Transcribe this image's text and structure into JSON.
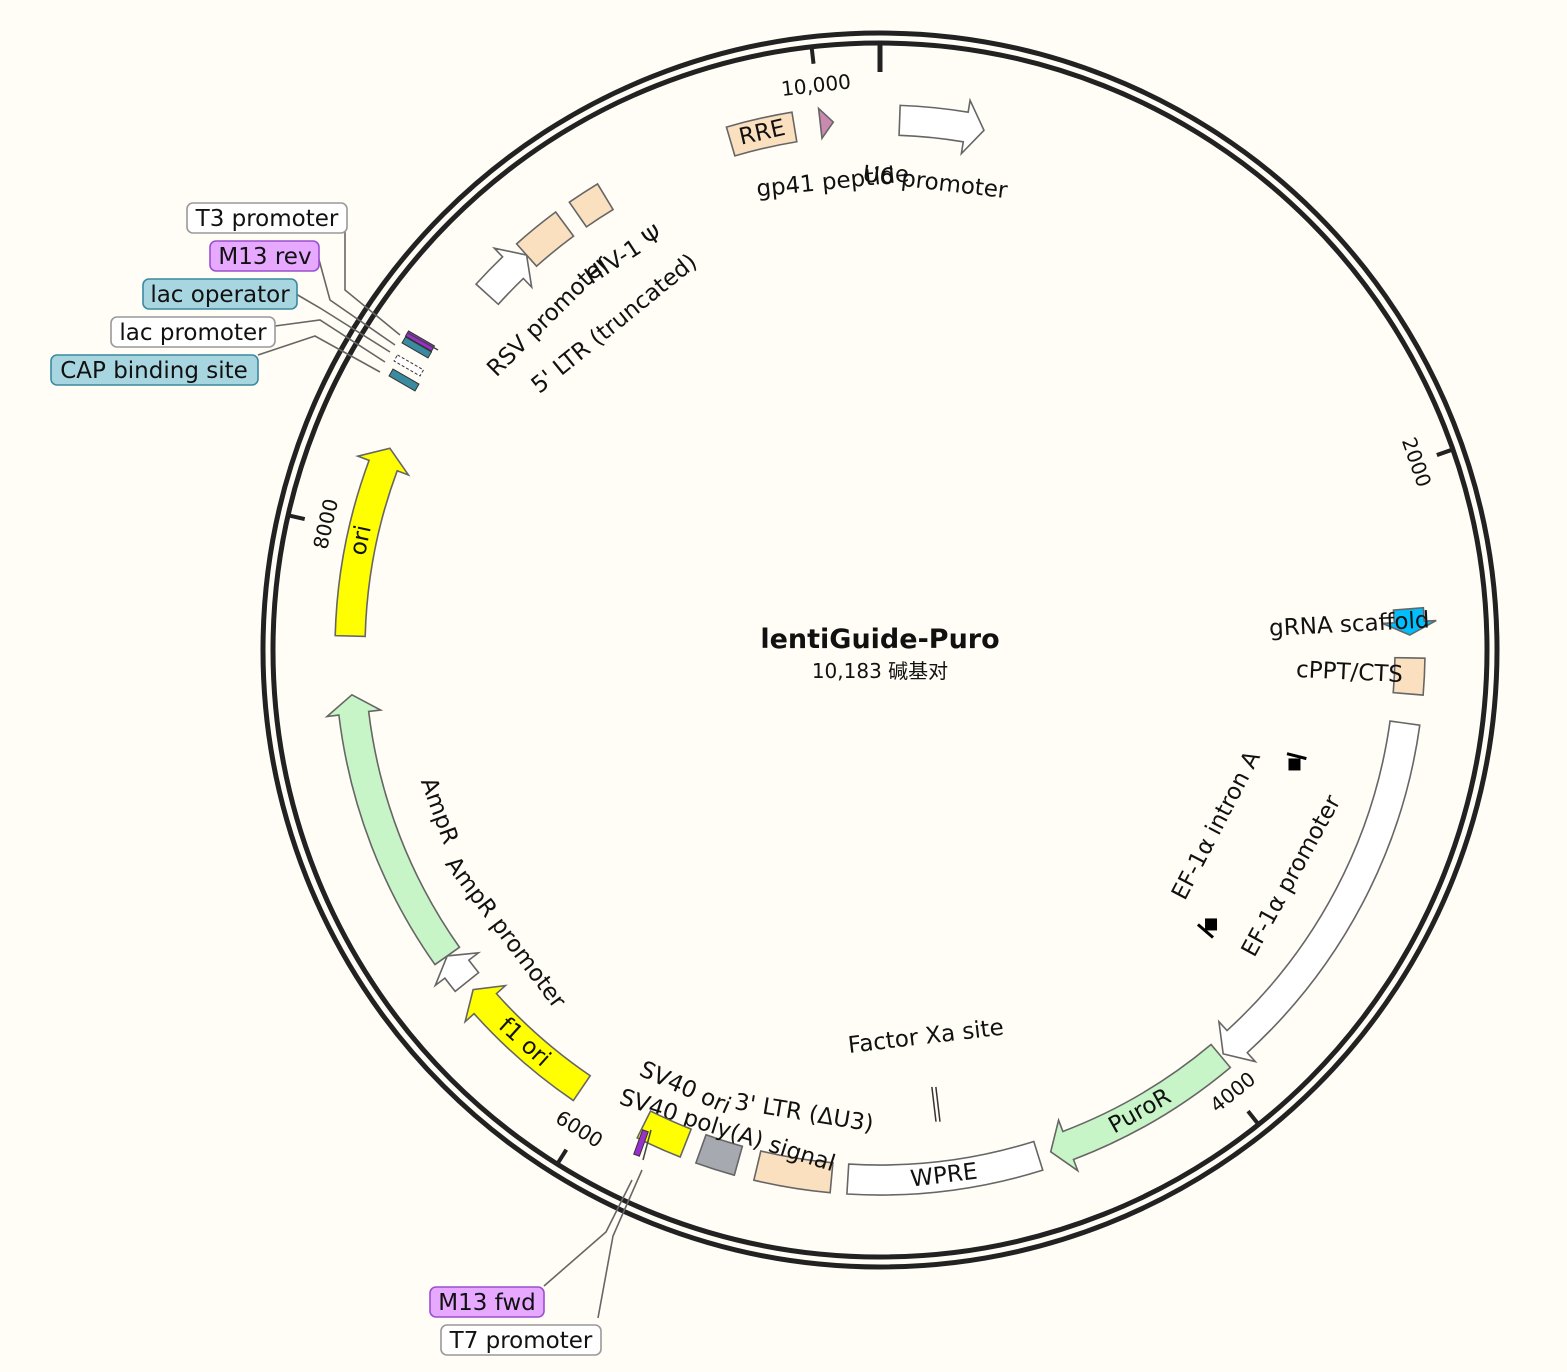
{
  "plasmid": {
    "name": "lentiGuide-Puro",
    "size_label": "10,183 碱基对",
    "length": 10183
  },
  "ticks": [
    {
      "pos": 0,
      "label": "",
      "major": true
    },
    {
      "pos": 2000,
      "label": "2000"
    },
    {
      "pos": 4000,
      "label": "4000"
    },
    {
      "pos": 6000,
      "label": "6000"
    },
    {
      "pos": 8000,
      "label": "8000"
    },
    {
      "pos": 10000,
      "label": "10,000"
    }
  ],
  "features": [
    {
      "id": "u6-promoter",
      "label": "U6 promoter",
      "start": 60,
      "end": 320,
      "strand": 1,
      "color": "#ffffff",
      "ring": 1.0
    },
    {
      "id": "grna-scaffold",
      "label": "gRNA scaffold",
      "start": 2420,
      "end": 2500,
      "strand": 1,
      "color": "#00bfff",
      "ring": 1.0
    },
    {
      "id": "cppt-cts",
      "label": "cPPT/CTS",
      "start": 2570,
      "end": 2680,
      "strand": 0,
      "color": "#fbe0c0",
      "ring": 1.0
    },
    {
      "id": "ef1a-promoter",
      "label": "EF-1α promoter",
      "start": 2770,
      "end": 3950,
      "strand": 1,
      "color": "#ffffff",
      "ring": 1.0
    },
    {
      "id": "ef1a-intron-a",
      "label": "EF-1α intron A",
      "start": 2950,
      "end": 3700,
      "strand": 0,
      "color": "#000000",
      "ring": 0.0
    },
    {
      "id": "puror",
      "label": "PuroR",
      "start": 3960,
      "end": 4560,
      "strand": 1,
      "color": "#c8f5c8",
      "ring": 1.0
    },
    {
      "id": "wpre",
      "label": "WPRE",
      "start": 4600,
      "end": 5190,
      "strand": 0,
      "color": "#ffffff",
      "ring": 1.0
    },
    {
      "id": "factor-xa-site",
      "label": "Factor Xa site",
      "start": 4900,
      "end": 4900,
      "strand": 0,
      "color": "#ffffff",
      "ring": 0.0
    },
    {
      "id": "ltr3",
      "label": "3' LTR (ΔU3)",
      "start": 5240,
      "end": 5470,
      "strand": 0,
      "color": "#fbe0c0",
      "ring": 1.0
    },
    {
      "id": "sv40-polya",
      "label": "SV40 poly(A) signal",
      "start": 5530,
      "end": 5650,
      "strand": 0,
      "color": "#a6a9b0",
      "ring": 1.0
    },
    {
      "id": "sv40-ori",
      "label": "SV40 ori",
      "start": 5700,
      "end": 5840,
      "strand": 0,
      "color": "#ffff00",
      "ring": 1.0
    },
    {
      "id": "f1-ori",
      "label": "f1 ori",
      "start": 6060,
      "end": 6510,
      "strand": 1,
      "color": "#ffff00",
      "ring": 1.0
    },
    {
      "id": "ampr-promoter",
      "label": "AmpR promoter",
      "start": 6540,
      "end": 6640,
      "strand": 1,
      "color": "#ffffff",
      "ring": 1.0
    },
    {
      "id": "ampr",
      "label": "AmpR",
      "start": 6640,
      "end": 7500,
      "strand": 1,
      "color": "#c8f5c8",
      "ring": 1.0
    },
    {
      "id": "ori",
      "label": "ori",
      "start": 7680,
      "end": 8270,
      "strand": 1,
      "color": "#ffff00",
      "ring": 1.0
    },
    {
      "id": "rsv-promoter",
      "label": "RSV promoter",
      "start": 8830,
      "end": 9000,
      "strand": 1,
      "color": "#ffffff",
      "ring": 1.0
    },
    {
      "id": "ltr5",
      "label": "5' LTR (truncated)",
      "start": 9000,
      "end": 9150,
      "strand": 0,
      "color": "#fbe0c0",
      "ring": 1.0
    },
    {
      "id": "hiv1-psi",
      "label": "HIV-1 Ψ",
      "start": 9200,
      "end": 9300,
      "strand": 0,
      "color": "#fbe0c0",
      "ring": 1.0
    },
    {
      "id": "rre",
      "label": "RRE",
      "start": 9720,
      "end": 9920,
      "strand": 0,
      "color": "#fbe0c0",
      "ring": 1.0
    },
    {
      "id": "gp41-peptide",
      "label": "gp41 peptide",
      "start": 10000,
      "end": 10040,
      "strand": 1,
      "color": "#c98ab0",
      "ring": 1.0
    }
  ],
  "callouts": [
    {
      "id": "t3-promoter",
      "label": "T3 promoter",
      "fill": "#ffffff",
      "stroke": "#999999"
    },
    {
      "id": "m13-rev",
      "label": "M13 rev",
      "fill": "#e7a8ff",
      "stroke": "#9a4fd0"
    },
    {
      "id": "lac-operator",
      "label": "lac operator",
      "fill": "#a8d6e0",
      "stroke": "#3a8aa0"
    },
    {
      "id": "lac-promoter",
      "label": "lac promoter",
      "fill": "#ffffff",
      "stroke": "#999999"
    },
    {
      "id": "cap-binding-site",
      "label": "CAP binding site",
      "fill": "#a8d6e0",
      "stroke": "#3a8aa0"
    },
    {
      "id": "m13-fwd",
      "label": "M13 fwd",
      "fill": "#e7a8ff",
      "stroke": "#9a4fd0"
    },
    {
      "id": "t7-promoter",
      "label": "T7 promoter",
      "fill": "#ffffff",
      "stroke": "#999999"
    }
  ]
}
